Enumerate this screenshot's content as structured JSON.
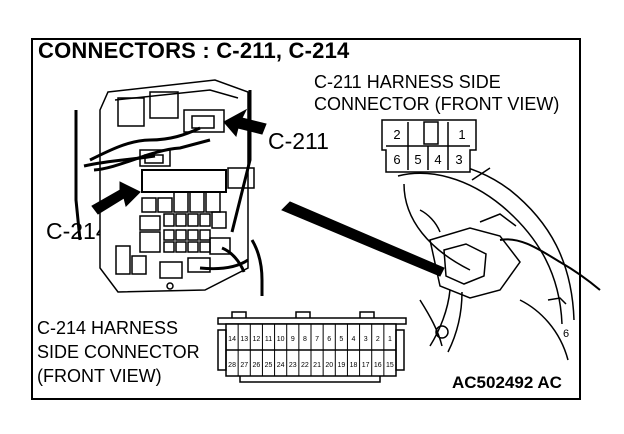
{
  "title": "CONNECTORS : C-211, C-214",
  "callouts": {
    "c211": "C-211",
    "c214": "C-214"
  },
  "c211_caption": {
    "line1": "C-211 HARNESS SIDE",
    "line2": "CONNECTOR (FRONT VIEW)"
  },
  "c211_pins": {
    "top": [
      "2",
      "",
      "1"
    ],
    "bottom": [
      "6",
      "5",
      "4",
      "3"
    ]
  },
  "c214_caption": {
    "line1": "C-214 HARNESS",
    "line2": "SIDE CONNECTOR",
    "line3": "(FRONT VIEW)"
  },
  "c214_pins": {
    "top": [
      "14",
      "13",
      "12",
      "11",
      "10",
      "9",
      "8",
      "7",
      "6",
      "5",
      "4",
      "3",
      "2",
      "1"
    ],
    "bottom": [
      "28",
      "27",
      "26",
      "25",
      "24",
      "23",
      "22",
      "21",
      "20",
      "19",
      "18",
      "17",
      "16",
      "15"
    ]
  },
  "figure_code": "AC502492 AC",
  "steering_mark": "6"
}
